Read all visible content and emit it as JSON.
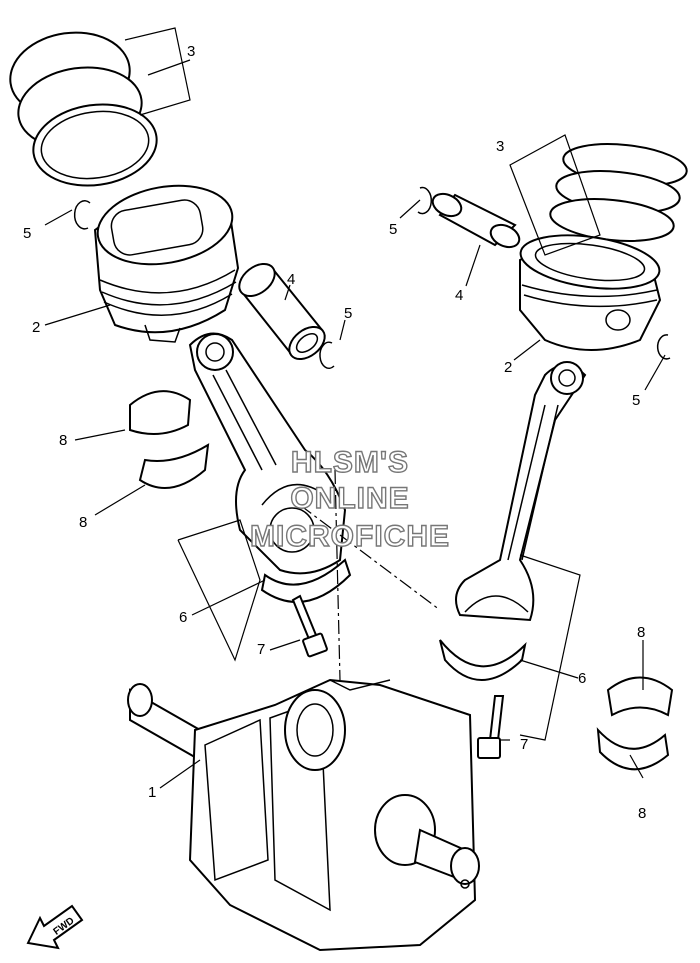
{
  "callouts": {
    "c1": "1",
    "c2_left": "2",
    "c2_right": "2",
    "c3_left": "3",
    "c3_right": "3",
    "c4_left": "4",
    "c4_right": "4",
    "c5_left_a": "5",
    "c5_left_b": "5",
    "c5_right_a": "5",
    "c5_right_b": "5",
    "c6_left": "6",
    "c6_right": "6",
    "c7_left": "7",
    "c7_right": "7",
    "c8_left_a": "8",
    "c8_left_b": "8",
    "c8_right_a": "8",
    "c8_right_b": "8"
  },
  "watermark": {
    "line1": "HLSM'S",
    "line2": "ONLINE",
    "line3": "MICROFICHE"
  },
  "fwd_label": "FWD"
}
